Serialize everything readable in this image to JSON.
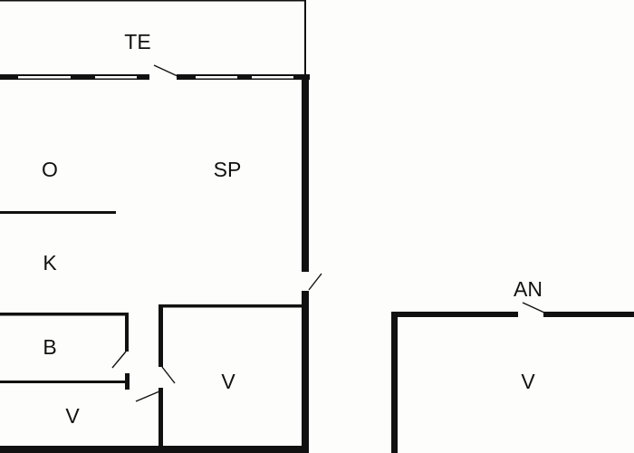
{
  "floorplan": {
    "rooms": [
      {
        "id": "te",
        "label": "TE"
      },
      {
        "id": "o",
        "label": "O"
      },
      {
        "id": "sp",
        "label": "SP"
      },
      {
        "id": "k",
        "label": "K"
      },
      {
        "id": "b",
        "label": "B"
      },
      {
        "id": "v1",
        "label": "V"
      },
      {
        "id": "v2",
        "label": "V"
      },
      {
        "id": "an",
        "label": "AN"
      },
      {
        "id": "v3",
        "label": "V"
      }
    ],
    "colors": {
      "wall": "#111111",
      "background": "#fdfdfb"
    }
  }
}
